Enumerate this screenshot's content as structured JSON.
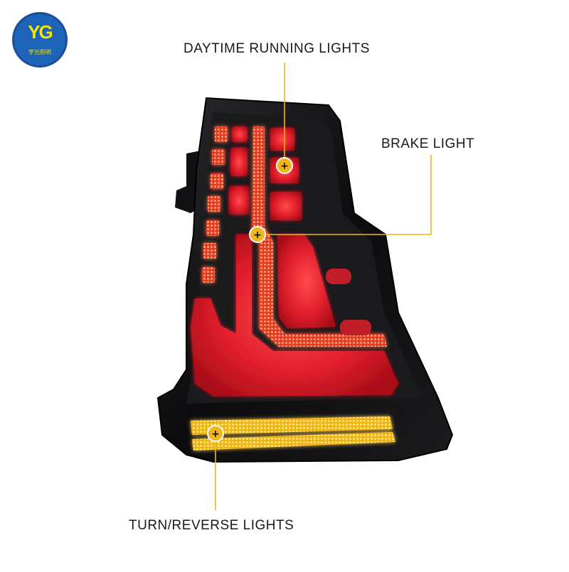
{
  "logo": {
    "mark": "YG",
    "subtitle": "宇光照明"
  },
  "callouts": {
    "drl": "DAYTIME RUNNING LIGHTS",
    "brake": "BRAKE LIGHT",
    "turn_reverse": "TURN/REVERSE LIGHTS"
  },
  "colors": {
    "callout_line": "#f2b51c",
    "led_red": "#e02030",
    "led_amber": "#f5c21a",
    "housing": "#0e0e10",
    "logo_blue": "#1d63b8",
    "logo_yellow": "#f6e500"
  }
}
